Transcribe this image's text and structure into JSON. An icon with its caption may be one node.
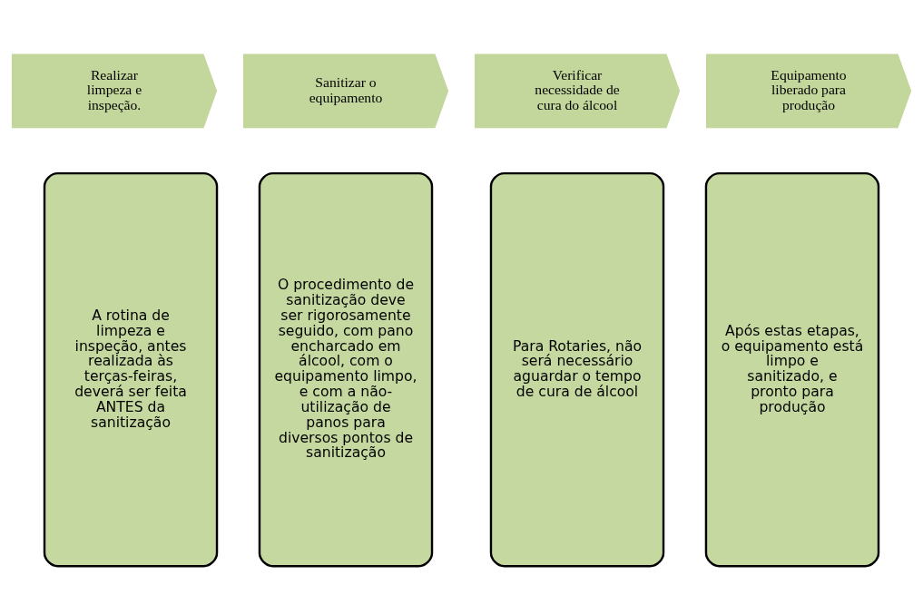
{
  "diagram": {
    "nodes": [
      {
        "text": [
          "Realizar limpeza e inspeção."
        ]
      },
      {
        "text": [
          "Sanitizar o equipamento"
        ]
      },
      {
        "text": [
          "Verificar necessidade de cura do álcool"
        ]
      },
      {
        "text": [
          "Equipamento liberado para produção"
        ]
      },
      {
        "text": [
          "A rotina de limpeza e inspeção, antes realizada às terças-feiras, deverá ser feita ANTES da sanitização"
        ]
      },
      {
        "text": [
          "O procedimento de sanitização deve ser rigorosamente seguido, com pano encharcado em álcool, com o equipamento limpo, e com a não-utilização de panos para diversos pontos de sanitização"
        ]
      },
      {
        "text": [
          "Para Rotaries, não será necessário aguardar o tempo de cura de álcool"
        ]
      },
      {
        "text": [
          "Após estas etapas, o equipamento está limpo e sanitizado, e pronto para produção"
        ]
      }
    ]
  }
}
